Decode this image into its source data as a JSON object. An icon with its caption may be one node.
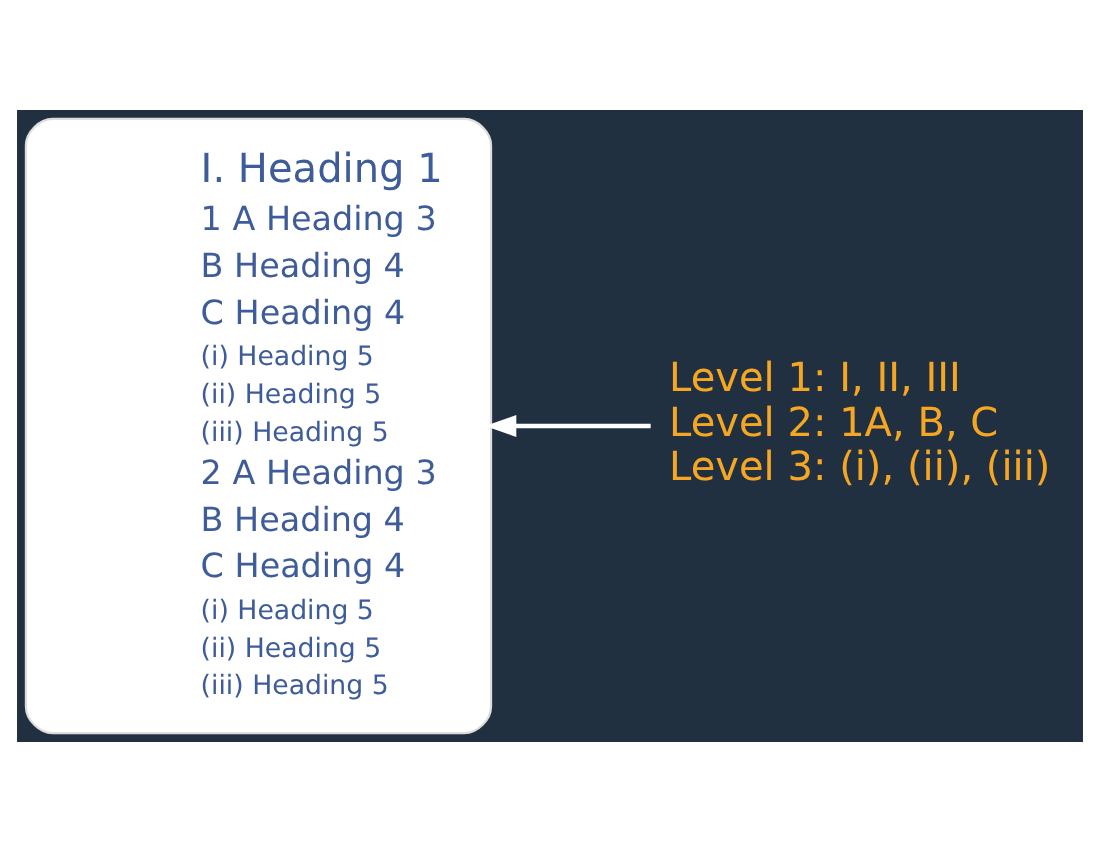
{
  "diagram": {
    "nodes": [
      {
        "text": [
          "I. Heading 1",
          "1 A Heading 3",
          "B Heading 4",
          "C Heading 4",
          "(i) Heading 5",
          "(ii) Heading 5",
          "(iii) Heading 5",
          "2 A Heading 3",
          "B Heading 4",
          "C Heading 4",
          "(i) Heading 5",
          "(ii) Heading 5",
          "(iii) Heading 5"
        ]
      },
      {
        "text": [
          "Level 1: I, II, III",
          "Level 2: 1A, B, C",
          "Level 3: (i), (ii), (iii)"
        ]
      }
    ],
    "edges": [
      {
        "from": 1,
        "to": 0,
        "arrow": "to"
      }
    ]
  }
}
